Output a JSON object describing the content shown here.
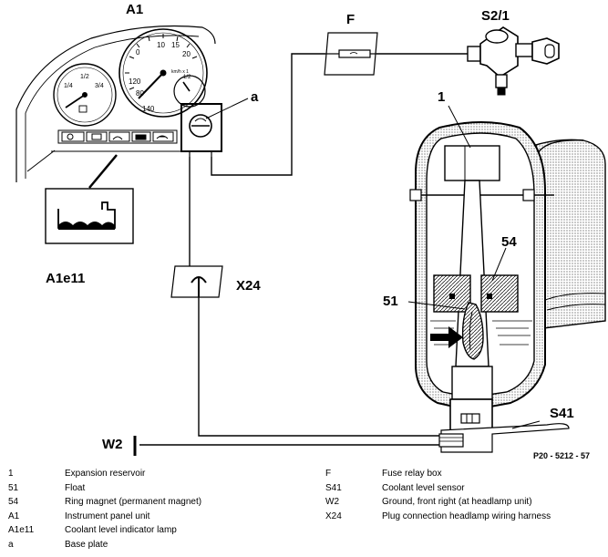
{
  "callouts": {
    "A1": "A1",
    "F": "F",
    "S2_1": "S2/1",
    "num_1": "1",
    "a": "a",
    "num_54": "54",
    "num_51": "51",
    "X24": "X24",
    "A1e11": "A1e11",
    "S41": "S41",
    "W2": "W2"
  },
  "reference_code": "P20 - 5212 - 57",
  "gauge_labels": {
    "speed": [
      "0",
      "10",
      "15",
      "20",
      "120",
      "80",
      "140",
      "1/2"
    ],
    "left": [
      "1/2",
      "1/4",
      "3/4"
    ],
    "unit": "km/h x 1"
  },
  "legend": {
    "left": [
      {
        "code": "1",
        "desc": "Expansion reservoir"
      },
      {
        "code": "51",
        "desc": "Float"
      },
      {
        "code": "54",
        "desc": "Ring magnet (permanent magnet)"
      },
      {
        "code": "A1",
        "desc": "Instrument panel unit"
      },
      {
        "code": "A1e11",
        "desc": "Coolant level indicator lamp"
      },
      {
        "code": "a",
        "desc": "Base plate"
      }
    ],
    "right": [
      {
        "code": "F",
        "desc": "Fuse relay box"
      },
      {
        "code": "S41",
        "desc": "Coolant level sensor"
      },
      {
        "code": "W2",
        "desc": "Ground, front right (at headlamp unit)"
      },
      {
        "code": "X24",
        "desc": "Plug connection headlamp wiring harness"
      }
    ]
  }
}
